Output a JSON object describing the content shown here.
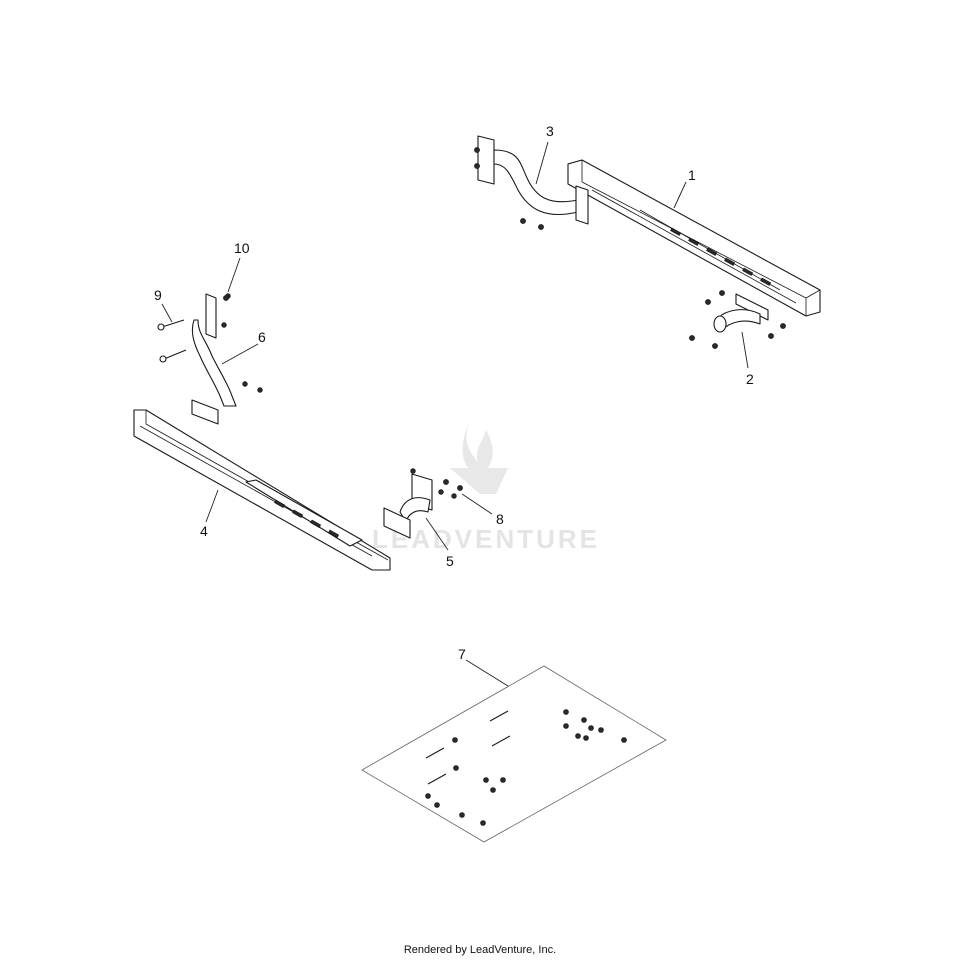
{
  "watermark": {
    "text": "LEADVENTURE",
    "color": "#e2e2e2"
  },
  "callouts": [
    {
      "id": "1",
      "label": "1"
    },
    {
      "id": "2",
      "label": "2"
    },
    {
      "id": "3",
      "label": "3"
    },
    {
      "id": "4",
      "label": "4"
    },
    {
      "id": "5",
      "label": "5"
    },
    {
      "id": "6",
      "label": "6"
    },
    {
      "id": "7",
      "label": "7"
    },
    {
      "id": "8",
      "label": "8"
    },
    {
      "id": "9",
      "label": "9"
    },
    {
      "id": "10",
      "label": "10"
    }
  ],
  "footer": {
    "text": "Rendered by LeadVenture, Inc."
  }
}
